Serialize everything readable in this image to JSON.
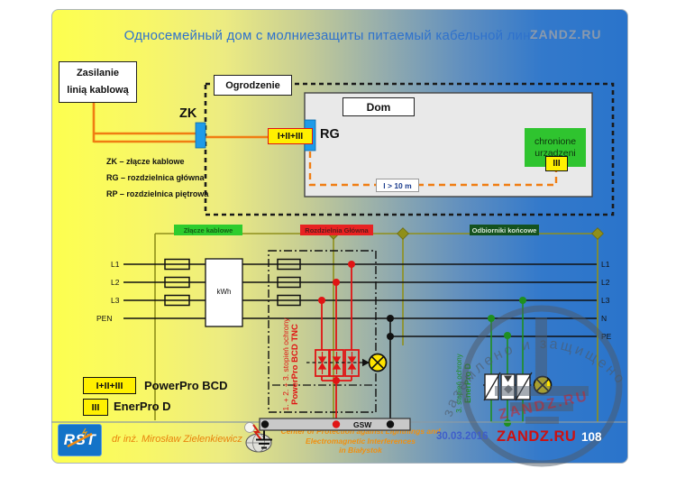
{
  "title": "Односемейный дом с молниезащиты питаемый кабельной линией",
  "watermarks": {
    "zandz_top": "ZANDZ.RU",
    "zandz_diag": "ZANDZ.RU",
    "circle_text": "заземлено и защищено",
    "orange_line1": "Center of Protection against Lightnings and",
    "orange_line2": "Electromagnetic Interferences",
    "orange_line3": "in Białystok"
  },
  "upper": {
    "supply_line1": "Zasilanie",
    "supply_line2": "linią kablową",
    "fence_label": "Ogrodzenie",
    "house_label": "Dom",
    "zk_label": "ZK",
    "rg_label": "RG",
    "spd_main_label": "I+II+III",
    "protected_line1": "chronione",
    "protected_line2": "urządzeni",
    "spd_third_label": "III",
    "distance_label": "l > 10 m",
    "legend": [
      "ZK – złącze kablowe",
      "RG – rozdzielnica główna",
      "RP – rozdzielnica piętrowa"
    ]
  },
  "circuit": {
    "sections": [
      "Złącze kablowe",
      "Rozdzielnia Główna",
      "Odbiorniki końcowe"
    ],
    "left_labels": [
      "L1",
      "L2",
      "L3",
      "PEN"
    ],
    "right_labels": [
      "L1",
      "L2",
      "L3",
      "N",
      "PE"
    ],
    "meter_label": "kWh",
    "red_text_line1": "1. + 2. + 3. stopień ochrony",
    "red_text_line2": "PowerPro BCD TNC",
    "green_text_line1": "3. stopień ochrony",
    "green_text_line2": "EnerPro D",
    "busbar_label": "GSW"
  },
  "legend_bottom": {
    "item1_badge": "I+II+III",
    "item1_label": "PowerPro BCD",
    "item2_badge": "III",
    "item2_label": "EnerPro D"
  },
  "footer": {
    "logo": "RST",
    "author": "dr inż. Mirosław Zielenkiewicz",
    "date": "30.03.2016",
    "site": "ZANDZ.RU",
    "page": "108"
  },
  "colors": {
    "title_blue": "#2f72cc",
    "wire_orange": "#f07d12",
    "spd_red": "#e01414",
    "spd_green": "#1f8f1f",
    "bracket_olive": "#8f8f1a",
    "protected_green": "#2fc42f",
    "zk_blue": "#1e9be8",
    "zandz_red": "#cc1111",
    "spd_yellow": "#fff000"
  }
}
